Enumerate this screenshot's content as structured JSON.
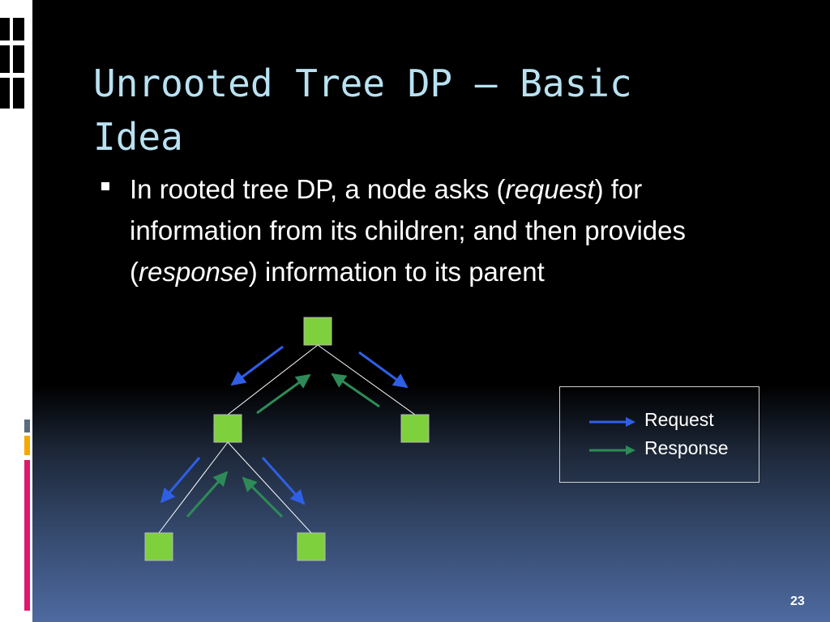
{
  "slide": {
    "title": "Unrooted Tree DP – Basic Idea",
    "bullet": {
      "part1": "In rooted tree DP, a node asks (",
      "emph1": "request",
      "part2": ") for information from its children; and then provides (",
      "emph2": "response",
      "part3": ") information to its parent"
    },
    "page_number": "23"
  },
  "legend": {
    "request_label": "Request",
    "response_label": "Response"
  },
  "colors": {
    "request_arrow": "#2f5fe6",
    "response_arrow": "#2e8b57",
    "node_fill": "#7ed13c",
    "title_text": "#b8e2f2"
  }
}
